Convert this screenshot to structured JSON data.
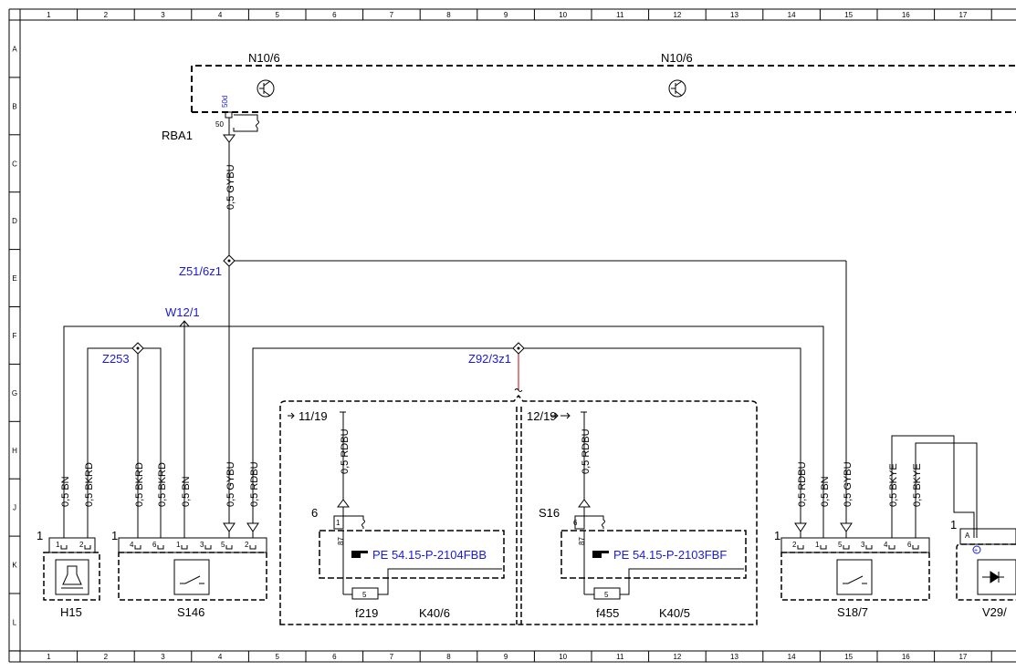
{
  "grid": {
    "columns": [
      "1",
      "2",
      "3",
      "4",
      "5",
      "6",
      "7",
      "8",
      "9",
      "10",
      "11",
      "12",
      "13",
      "14",
      "15",
      "16",
      "17"
    ],
    "rows": [
      "A",
      "B",
      "C",
      "D",
      "E",
      "F",
      "G",
      "H",
      "J",
      "K",
      "L"
    ]
  },
  "labels": {
    "n10_left": "N10/6",
    "n10_right": "N10/6",
    "pin_50d": "50d",
    "pin_50": "50",
    "rba1": "RBA1",
    "wire_main": "0,5 GYBU",
    "z51": "Z51/6z1",
    "w12": "W12/1",
    "z253": "Z253",
    "z92": "Z92/3z1",
    "ref_left": "11/19",
    "ref_right": "12/19",
    "wire_rdbu_k406": "0,5 RDBU",
    "wire_rdbu_k405": "0,5 RDBU",
    "k406_pin": "6",
    "k405_pin": "S16",
    "pin_87a": "87",
    "pin_87b": "87",
    "k406_p1": "1",
    "k405_p1": "6",
    "k406_link": "PE 54.15-P-2104FBB",
    "k405_link": "PE 54.15-P-2103FBF",
    "fuse_a": "5",
    "fuse_b": "5",
    "f219": "f219",
    "f455": "f455",
    "k406": "K40/6",
    "k405": "K40/5",
    "h15_name": "H15",
    "s146_name": "S146",
    "s187_name": "S18/7",
    "v29_name": "V29/",
    "h15_num": "1",
    "s146_num": "1",
    "s187_num": "1",
    "v29_num": "1",
    "v29_a": "A"
  },
  "wires": {
    "h15_a": "0,5 BN",
    "h15_b": "0,5 BKRD",
    "s146_a": "0,5 BKRD",
    "s146_b": "0,5 BKRD",
    "s146_c": "0,5 BN",
    "s146_d": "0,5 GYBU",
    "s146_e": "0,5 RDBU",
    "s187_a": "0,5 RDBU",
    "s187_b": "0,5 BN",
    "s187_c": "0,5 GYBU",
    "s187_d": "0,5 BKYE",
    "s187_e": "0,5 BKYE"
  },
  "pins": {
    "h15": [
      "1",
      "2"
    ],
    "s146": [
      "4",
      "6",
      "1",
      "3",
      "5",
      "2"
    ],
    "s187": [
      "2",
      "1",
      "5",
      "3",
      "4",
      "6"
    ]
  }
}
